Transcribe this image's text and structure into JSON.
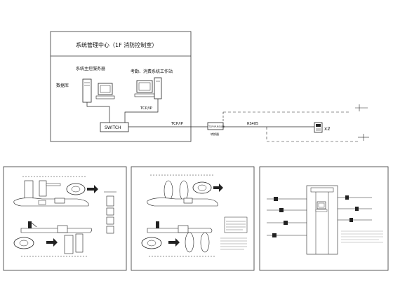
{
  "control_center": {
    "title": "系统管理中心（1F 消防控制室）",
    "server_label": "系统主控服务器",
    "printer_label": "数据库",
    "workstation_label": "考勤、消费系统工作站",
    "switch_label": "SWITCH",
    "tcpip_label_1": "TCP/IP",
    "tcpip_label_2": "TCP/IP"
  },
  "network": {
    "converter_label": "TCP/IP-RS485",
    "converter_sub": "转换器",
    "bus_label": "RS485",
    "multiplier": "x2"
  },
  "colors": {
    "line": "#222222",
    "panel_border": "#333333"
  }
}
